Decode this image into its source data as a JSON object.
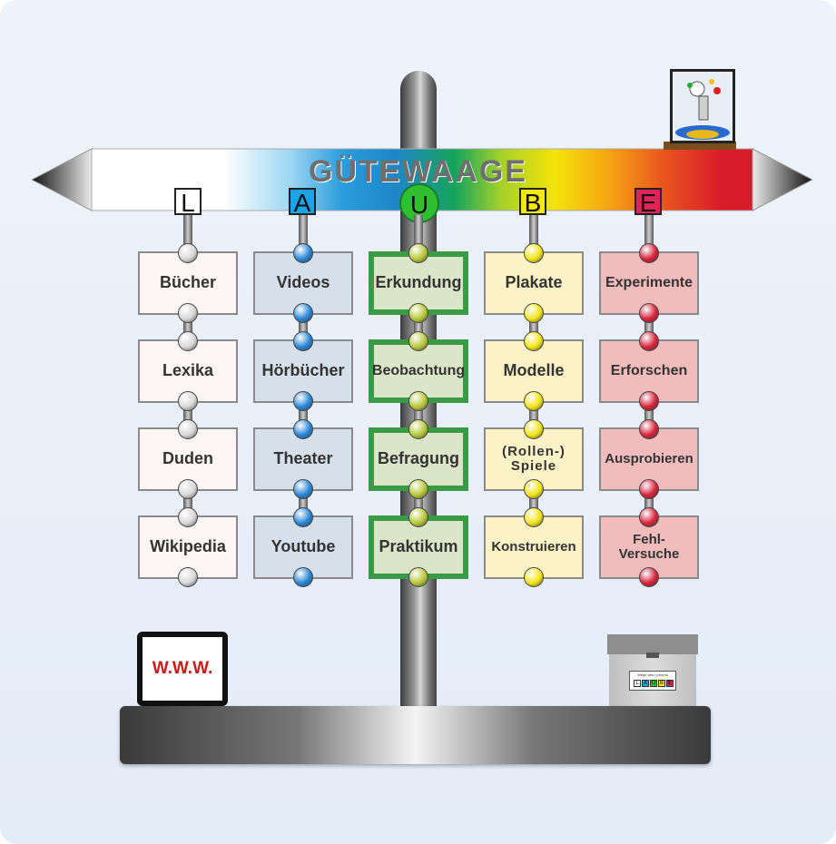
{
  "title": "GÜTEWAAGE",
  "colors": {
    "L": "#ffffff",
    "A": "#1aa3e6",
    "U": "#2fbf2f",
    "B": "#f4e90a",
    "E": "#e0245a"
  },
  "columns": [
    {
      "letter": "L",
      "style": "square",
      "knob": "#d8d8d8",
      "card_bg": "#fcf7f5",
      "green": false,
      "items": [
        "Bücher",
        "Lexika",
        "Duden",
        "Wikipedia"
      ]
    },
    {
      "letter": "A",
      "style": "square",
      "knob": "#2a86d6",
      "card_bg": "#d6e0ea",
      "green": false,
      "items": [
        "Videos",
        "Hörbücher",
        "Theater",
        "Youtube"
      ]
    },
    {
      "letter": "U",
      "style": "circle",
      "knob": "#b8c83a",
      "card_bg": "#dbe6c8",
      "green": true,
      "items": [
        "Erkundung",
        "Beobachtung",
        "Befragung",
        "Praktikum"
      ]
    },
    {
      "letter": "B",
      "style": "square",
      "knob": "#f2e51a",
      "card_bg": "#fbf2c6",
      "green": false,
      "items": [
        "Plakate",
        "Modelle",
        "(Rollen-)\nSpiele",
        "Konstruieren"
      ]
    },
    {
      "letter": "E",
      "style": "square",
      "knob": "#d8243c",
      "card_bg": "#f3bcbc",
      "green": false,
      "items": [
        "Experimente",
        "Erforschen",
        "Ausprobieren",
        "Fehl-\nVersuche"
      ]
    }
  ],
  "tablet": {
    "label": "W.W.W."
  },
  "box": {
    "label": "Wege des Lernens",
    "squares": [
      "L",
      "A",
      "U",
      "B",
      "E"
    ]
  }
}
